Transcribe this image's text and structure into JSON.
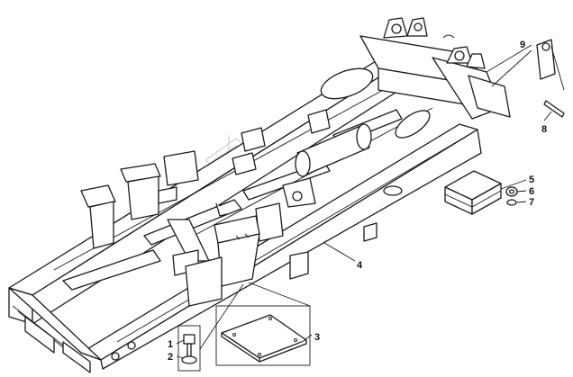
{
  "callouts": [
    {
      "id": "1",
      "label": "1"
    },
    {
      "id": "2",
      "label": "2"
    },
    {
      "id": "3",
      "label": "3"
    },
    {
      "id": "4",
      "label": "4"
    },
    {
      "id": "5",
      "label": "5"
    },
    {
      "id": "6",
      "label": "6"
    },
    {
      "id": "7",
      "label": "7"
    },
    {
      "id": "8",
      "label": "8"
    },
    {
      "id": "9",
      "label": "9"
    }
  ],
  "colors": {
    "line": "#1a1a1a",
    "background": "#ffffff",
    "watermark": "#cfcfcf"
  }
}
